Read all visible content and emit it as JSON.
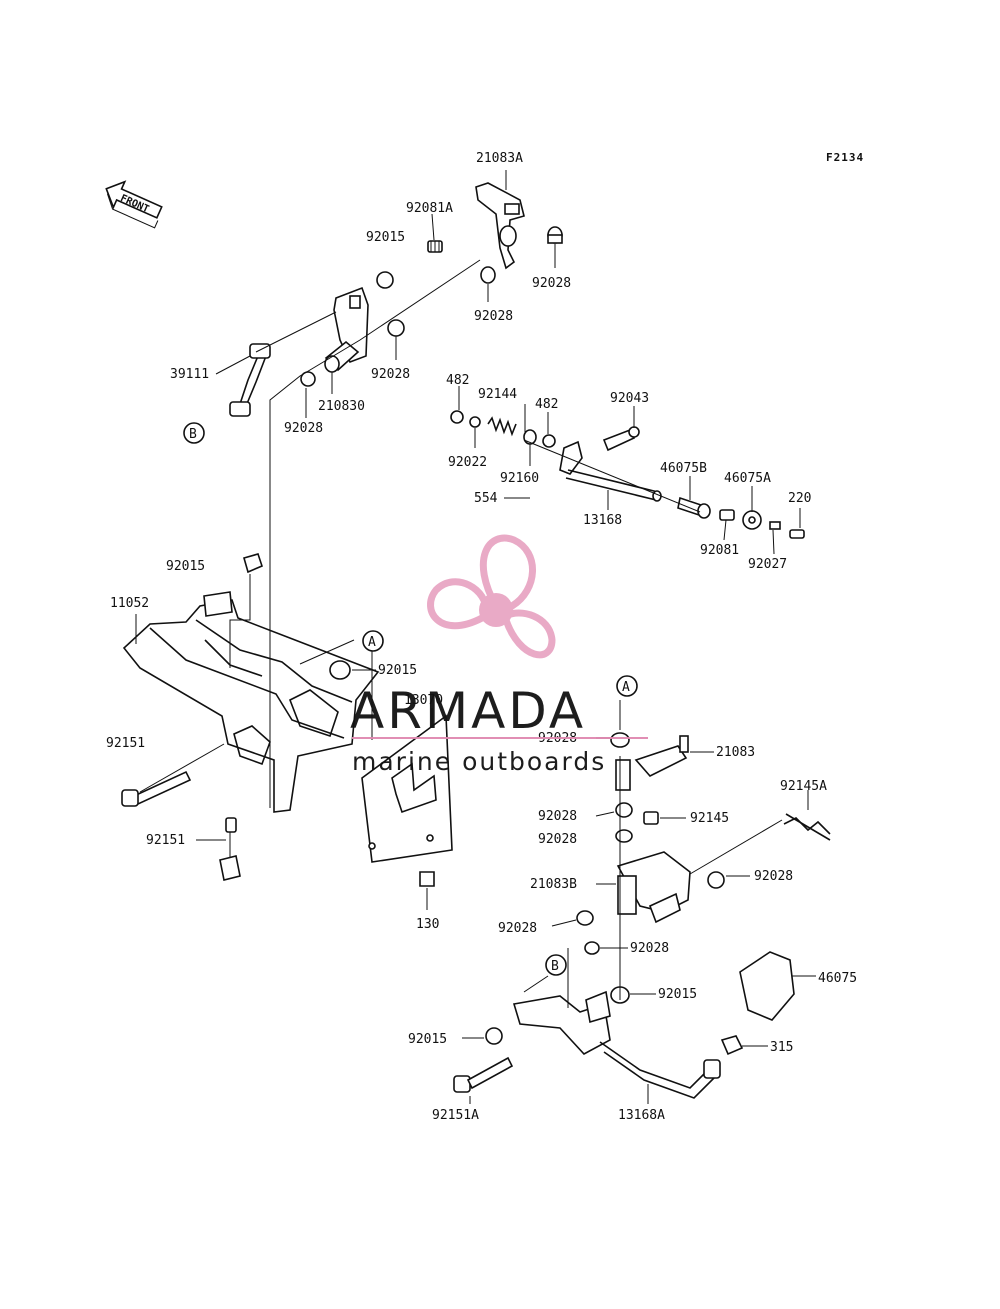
{
  "diagram": {
    "code": "F2134",
    "front_label": "FRONT"
  },
  "colors": {
    "ink": "#111111",
    "watermark_pink": "#e8a6c4",
    "watermark_gray": "#8a8a8a",
    "watermark_line": "#e089b0"
  },
  "watermark": {
    "brand": "ARMADA",
    "tagline": "marine outboards"
  },
  "parts": [
    "21083A",
    "92081A",
    "92015",
    "92028",
    "92028",
    "92028",
    "39111",
    "210830",
    "92028",
    "482",
    "92144",
    "482",
    "92043",
    "92022",
    "92160",
    "554",
    "13168",
    "46075B",
    "46075A",
    "220",
    "92081",
    "92027",
    "92015",
    "11052",
    "92015",
    "13070",
    "92151",
    "92151",
    "92028",
    "21083",
    "92145A",
    "92028",
    "92145",
    "92028",
    "21083B",
    "92028",
    "92028",
    "92028",
    "92015",
    "46075",
    "92015",
    "315",
    "92151A",
    "13168A",
    "130"
  ],
  "markers": [
    "A",
    "A",
    "B",
    "B"
  ]
}
